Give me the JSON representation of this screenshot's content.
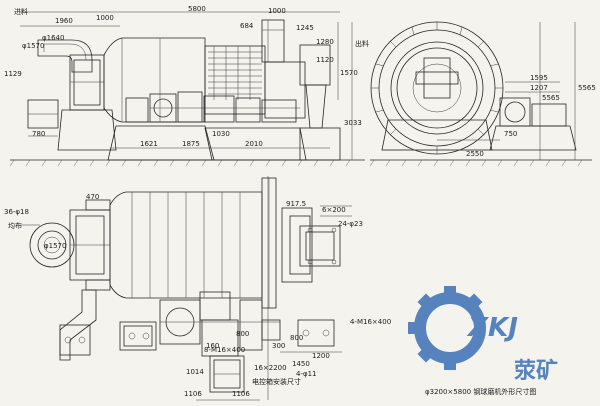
{
  "colors": {
    "paper": "#f4f3ee",
    "ink": "#262626",
    "watermark": "#3b6fb6"
  },
  "watermark": {
    "latin": "XKJ",
    "chinese": "荥矿"
  },
  "caption": "φ3200×5800 钢球磨机外形尺寸图",
  "top_front": {
    "dims": [
      "1960",
      "1000",
      "5800",
      "684",
      "1000",
      "1245",
      "φ1640",
      "φ1570",
      "1129",
      "780",
      "1280",
      "1120",
      "1570",
      "3033",
      "1621",
      "1875",
      "1030",
      "2010"
    ],
    "labels": [
      "进料",
      "出料"
    ]
  },
  "top_side": {
    "dims": [
      "1595",
      "1207",
      "5565",
      "750",
      "2550",
      "5565"
    ]
  },
  "plan": {
    "dims": [
      "36-φ18",
      "470",
      "917.5",
      "6×200",
      "24-φ23",
      "φ1570",
      "800",
      "160",
      "300",
      "800",
      "1200",
      "1450",
      "4-M16×400",
      "8-M16×400",
      "16×2200",
      "4-φ11",
      "1014",
      "1106",
      "1106"
    ],
    "labels": [
      "均布",
      "电控箱安装尺寸"
    ]
  }
}
